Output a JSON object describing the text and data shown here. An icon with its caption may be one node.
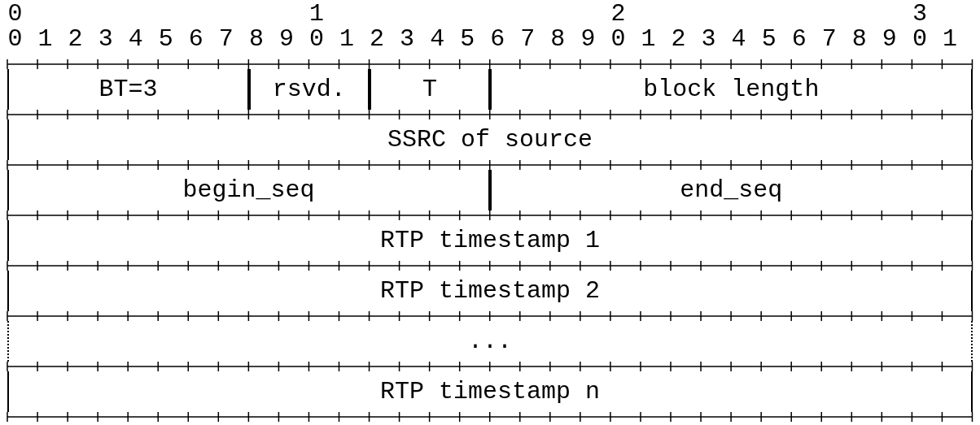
{
  "diagram": {
    "nodes": [
      {
        "text": [
          "BT=3"
        ]
      },
      {
        "text": [
          "rsvd."
        ]
      },
      {
        "text": [
          "T"
        ]
      },
      {
        "text": [
          "block length"
        ]
      },
      {
        "text": [
          "SSRC of source"
        ]
      },
      {
        "text": [
          "begin_seq"
        ]
      },
      {
        "text": [
          "end_seq"
        ]
      },
      {
        "text": [
          "RTP timestamp 1"
        ]
      },
      {
        "text": [
          "RTP timestamp 2"
        ]
      },
      {
        "text": [
          "..."
        ]
      },
      {
        "text": [
          "RTP timestamp n"
        ]
      }
    ],
    "labels": [
      "0",
      "1",
      "2",
      "3",
      "0",
      "1",
      "2",
      "3",
      "4",
      "5",
      "6",
      "7",
      "8",
      "9",
      "0",
      "1",
      "2",
      "3",
      "4",
      "5",
      "6",
      "7",
      "8",
      "9",
      "0",
      "1",
      "2",
      "3",
      "4",
      "5",
      "6",
      "7",
      "8",
      "9",
      "0",
      "1"
    ]
  }
}
